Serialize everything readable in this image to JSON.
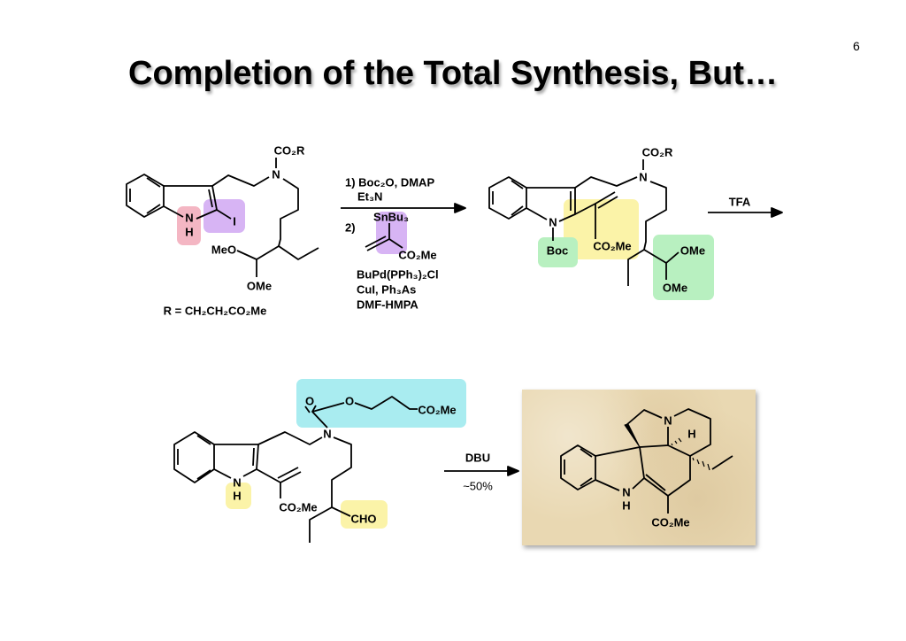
{
  "page_number": "6",
  "title": "Completion of the Total Synthesis, But…",
  "colors": {
    "pink": "#f4b6c3",
    "purple": "#d7b4f4",
    "green": "#b8f0c0",
    "yellow": "#fbf3a8",
    "cyan": "#a9ecf0",
    "parchment": "#e9d8b2"
  },
  "compound1": {
    "co2r": "CO₂R",
    "n": "N",
    "nh_n": "N",
    "nh_h": "H",
    "iodo": "I",
    "meo": "MeO",
    "ome": "OMe",
    "r_def": "R = CH₂CH₂CO₂Me"
  },
  "step1": {
    "line1": "1) Boc₂O, DMAP",
    "line2": "Et₃N",
    "line3": "2)",
    "stannane": "SnBu₃",
    "ester": "CO₂Me",
    "cat": "BuPd(PPh₃)₂Cl",
    "cu": "CuI, Ph₃As",
    "solvent": "DMF-HMPA"
  },
  "compound2": {
    "co2r": "CO₂R",
    "n": "N",
    "ind_n": "N",
    "boc": "Boc",
    "co2me": "CO₂Me",
    "ome1": "OMe",
    "ome2": "OMe"
  },
  "step2": {
    "reagent": "TFA"
  },
  "compound3": {
    "o_keto": "O",
    "o_ester": "O",
    "co2me_chain": "CO₂Me",
    "n": "N",
    "nh_n": "N",
    "nh_h": "H",
    "co2me": "CO₂Me",
    "cho": "CHO"
  },
  "step3": {
    "reagent": "DBU",
    "yield": "~50%"
  },
  "product": {
    "n": "N",
    "h": "H",
    "nh_n": "N",
    "nh_h": "H",
    "co2me": "CO₂Me"
  }
}
